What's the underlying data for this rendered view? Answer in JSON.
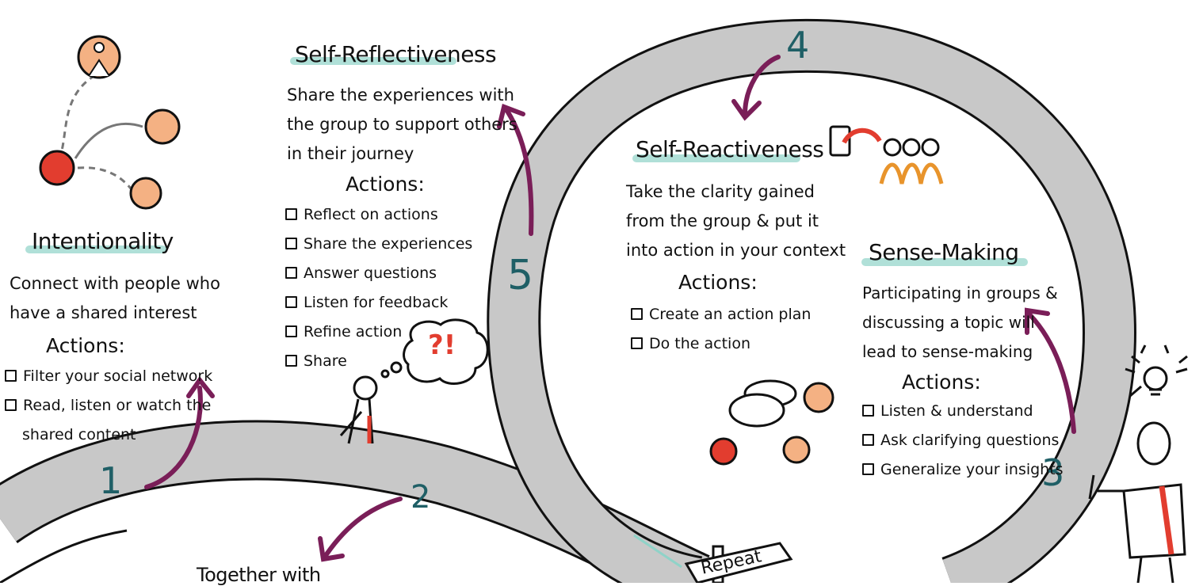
{
  "colors": {
    "road": "#c8c8c8",
    "outline": "#111111",
    "arrow": "#7a1e58",
    "number": "#1f5f66",
    "highlight": "#8fd3c8",
    "person_orange": "#f4b183",
    "person_red": "#e23d2f"
  },
  "steps": [
    {
      "number": "1",
      "title": "Intentionality",
      "description": [
        "Connect with people who",
        "have a shared interest"
      ],
      "actions_label": "Actions:",
      "actions": [
        "Filter your social network",
        "Read, listen or watch the",
        "shared content"
      ]
    },
    {
      "number": "2",
      "title": "Together with"
    },
    {
      "number": "3",
      "title": "Sense-Making",
      "description": [
        "Participating in groups &",
        "discussing a topic will",
        "lead to sense-making"
      ],
      "actions_label": "Actions:",
      "actions": [
        "Listen & understand",
        "Ask clarifying questions",
        "Generalize your insights"
      ]
    },
    {
      "number": "4",
      "title": "Self-Reactiveness",
      "description": [
        "Take the clarity gained",
        "from the group & put it",
        "into action in your context"
      ],
      "actions_label": "Actions:",
      "actions": [
        "Create an action plan",
        "Do the action"
      ]
    },
    {
      "number": "5",
      "title": "Self-Reflectiveness",
      "description": [
        "Share the experiences with",
        "the group to support others",
        "in their journey"
      ],
      "actions_label": "Actions:",
      "actions": [
        "Reflect on actions",
        "Share the experiences",
        "Answer questions",
        "Listen for feedback",
        "Refine action",
        "Share"
      ]
    }
  ],
  "thought_bubble": "?!",
  "signpost": "Repeat",
  "icons": [
    "network-people-icon",
    "thinking-person-icon",
    "speech-bubbles-icon",
    "phone-to-group-icon",
    "lightbulb-icon",
    "thumbs-up-person-icon"
  ]
}
